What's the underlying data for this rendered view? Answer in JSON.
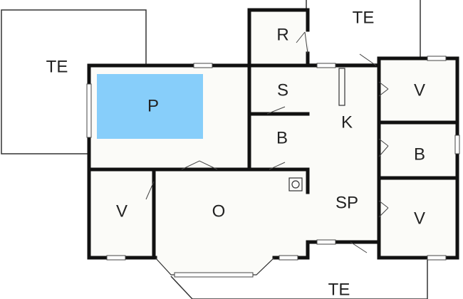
{
  "rooms": [
    {
      "id": "terrace-nw",
      "label": "TE"
    },
    {
      "id": "terrace-ne",
      "label": "TE"
    },
    {
      "id": "terrace-s",
      "label": "TE"
    },
    {
      "id": "pool",
      "label": "P"
    },
    {
      "id": "storage",
      "label": "R"
    },
    {
      "id": "sauna",
      "label": "S"
    },
    {
      "id": "bath-center",
      "label": "B"
    },
    {
      "id": "kitchen",
      "label": "K"
    },
    {
      "id": "bedroom-ne",
      "label": "V"
    },
    {
      "id": "bath-east",
      "label": "B"
    },
    {
      "id": "bedroom-se",
      "label": "V"
    },
    {
      "id": "bedroom-w",
      "label": "V"
    },
    {
      "id": "living",
      "label": "O"
    },
    {
      "id": "dining",
      "label": "SP"
    }
  ],
  "colors": {
    "pool": "#87cefa",
    "wall": "#111111",
    "floor": "#fbfbf8",
    "line": "#333333"
  }
}
